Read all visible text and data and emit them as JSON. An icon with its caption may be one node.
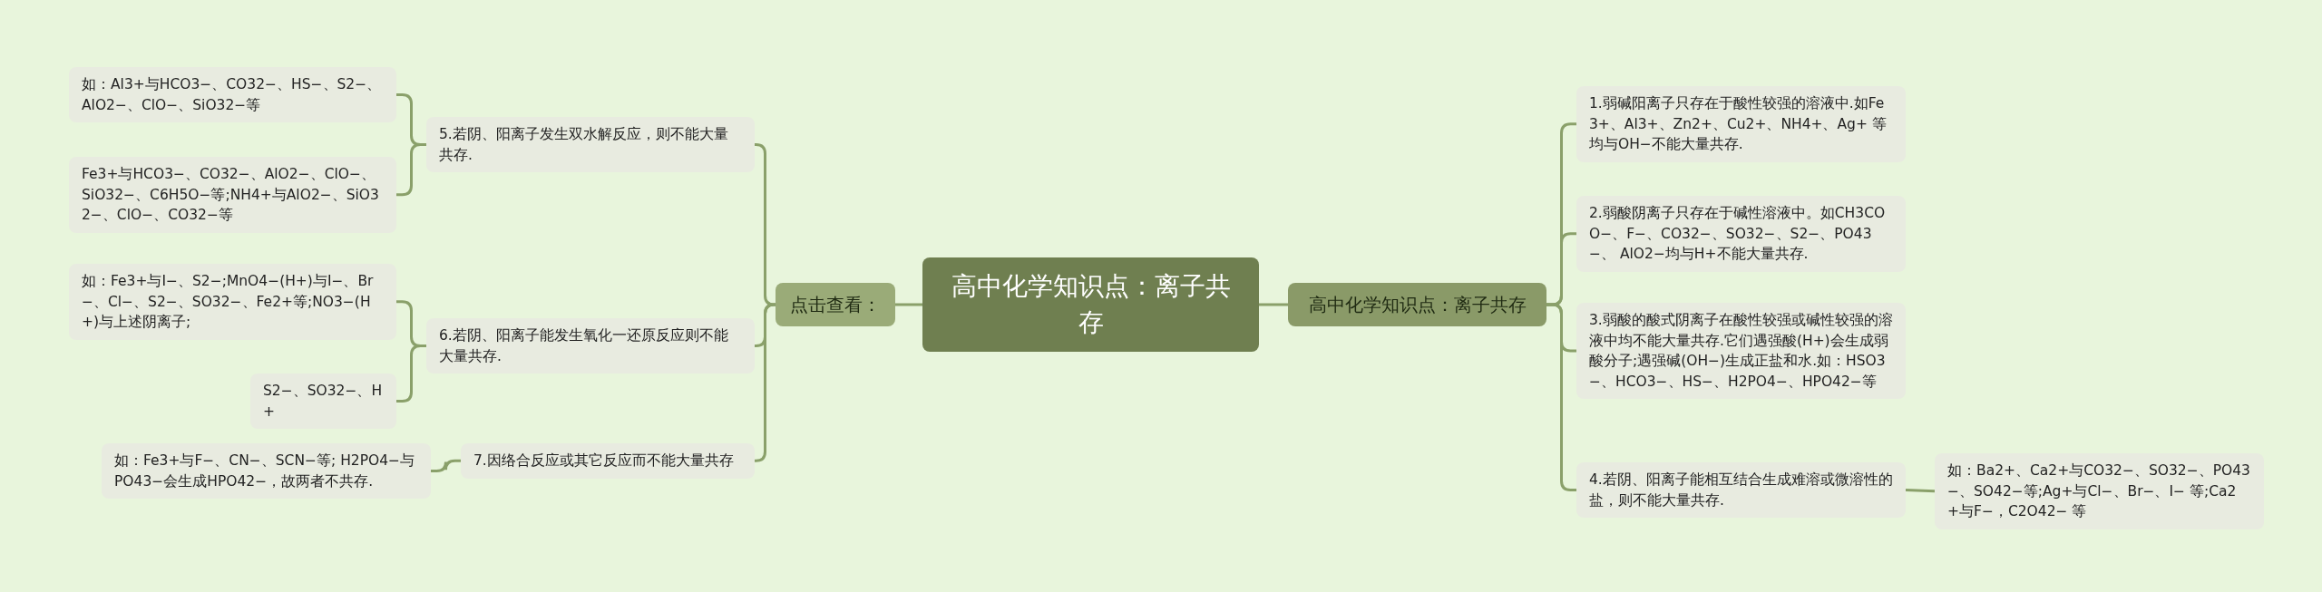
{
  "diagram": {
    "nodes": [
      {
        "text": [
          "高中化学知识点：离子共存"
        ]
      },
      {
        "text": [
          "高中化学知识点：离子共存"
        ]
      },
      {
        "text": [
          "1.弱碱阳离子只存在于酸性较强的溶液中.如Fe3+、Al3+、Zn2+、Cu2+、NH4+、Ag+ 等均与OH−不能大量共存."
        ]
      },
      {
        "text": [
          "2.弱酸阴离子只存在于碱性溶液中。如CH3COO−、F−、CO32−、SO32−、S2−、PO43−、 AlO2−均与H+不能大量共存."
        ]
      },
      {
        "text": [
          "3.弱酸的酸式阴离子在酸性较强或碱性较强的溶液中均不能大量共存.它们遇强酸(H+)会生成弱酸分子;遇强碱(OH−)生成正盐和水.如：HSO3−、HCO3−、HS−、H2PO4−、HPO42−等"
        ]
      },
      {
        "text": [
          "4.若阴、阳离子能相互结合生成难溶或微溶性的盐，则不能大量共存."
        ]
      },
      {
        "text": [
          "如：Ba2+、Ca2+与CO32−、SO32−、PO43−、SO42−等;Ag+与Cl−、Br−、I− 等;Ca2+与F−，C2O42− 等"
        ]
      },
      {
        "text": [
          "点击查看："
        ]
      },
      {
        "text": [
          "5.若阴、阳离子发生双水解反应，则不能大量共存."
        ]
      },
      {
        "text": [
          "如：Al3+与HCO3−、CO32−、HS−、S2−、AlO2−、ClO−、SiO32−等"
        ]
      },
      {
        "text": [
          "Fe3+与HCO3−、CO32−、AlO2−、ClO−、SiO32−、C6H5O−等;NH4+与AlO2−、SiO32−、ClO−、CO32−等"
        ]
      },
      {
        "text": [
          "6.若阴、阳离子能发生氧化一还原反应则不能大量共存."
        ]
      },
      {
        "text": [
          "如：Fe3+与I−、S2−;MnO4−(H+)与I−、Br−、Cl−、S2−、SO32−、Fe2+等;NO3−(H+)与上述阴离子;"
        ]
      },
      {
        "text": [
          "S2−、SO32−、H+"
        ]
      },
      {
        "text": [
          "7.因络合反应或其它反应而不能大量共存"
        ]
      },
      {
        "text": [
          "如：Fe3+与F−、CN−、SCN−等; H2PO4−与PO43−会生成HPO42−，故两者不共存."
        ]
      }
    ],
    "edges": [
      {
        "from": 0,
        "to": 1,
        "arrow": "none"
      },
      {
        "from": 1,
        "to": 2,
        "arrow": "none"
      },
      {
        "from": 1,
        "to": 3,
        "arrow": "none"
      },
      {
        "from": 1,
        "to": 4,
        "arrow": "none"
      },
      {
        "from": 1,
        "to": 5,
        "arrow": "none"
      },
      {
        "from": 5,
        "to": 6,
        "arrow": "none"
      },
      {
        "from": 0,
        "to": 7,
        "arrow": "none"
      },
      {
        "from": 7,
        "to": 8,
        "arrow": "none"
      },
      {
        "from": 7,
        "to": 11,
        "arrow": "none"
      },
      {
        "from": 7,
        "to": 14,
        "arrow": "none"
      },
      {
        "from": 8,
        "to": 9,
        "arrow": "none"
      },
      {
        "from": 8,
        "to": 10,
        "arrow": "none"
      },
      {
        "from": 11,
        "to": 12,
        "arrow": "none"
      },
      {
        "from": 11,
        "to": 13,
        "arrow": "none"
      },
      {
        "from": 14,
        "to": 15,
        "arrow": "none"
      }
    ]
  }
}
